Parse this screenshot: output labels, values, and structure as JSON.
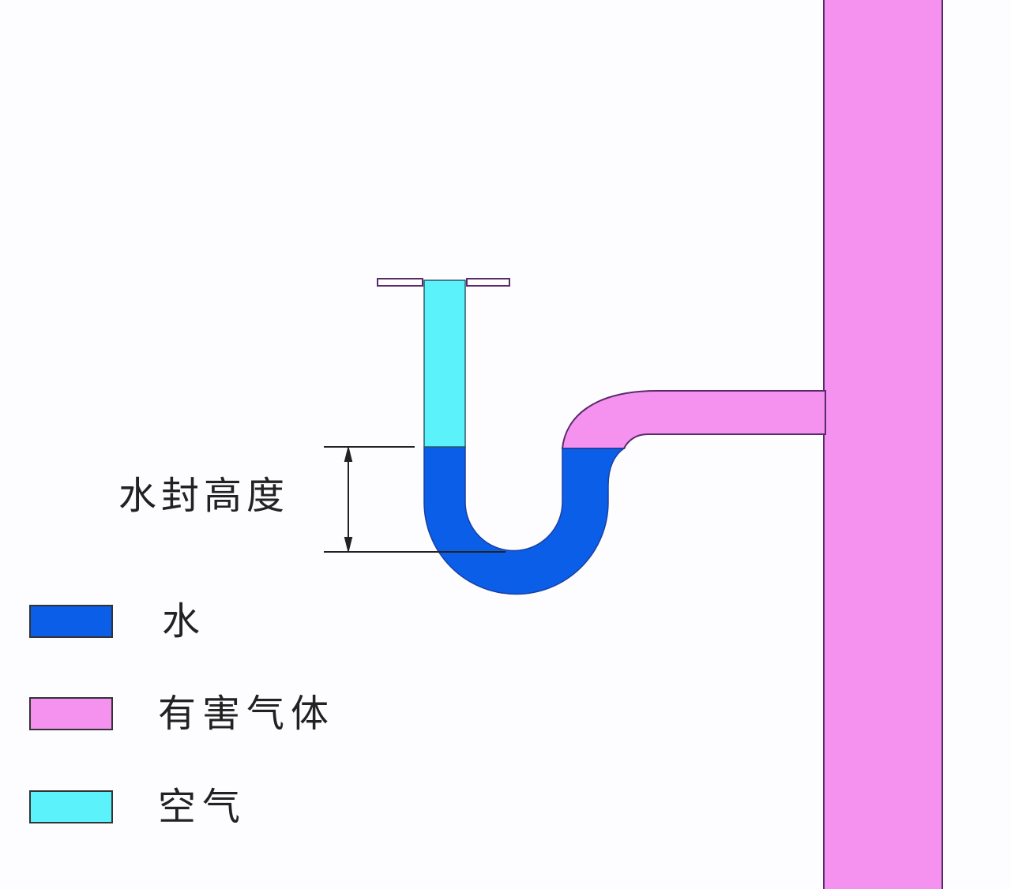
{
  "title_label": "水封高度",
  "legend": [
    {
      "label": "水",
      "color": "#0a5ee8"
    },
    {
      "label": "有害气体",
      "color": "#f592f0"
    },
    {
      "label": "空气",
      "color": "#5cf2fb"
    }
  ],
  "colors": {
    "outline": "#5a2a6a",
    "background": "#fdfdff"
  }
}
